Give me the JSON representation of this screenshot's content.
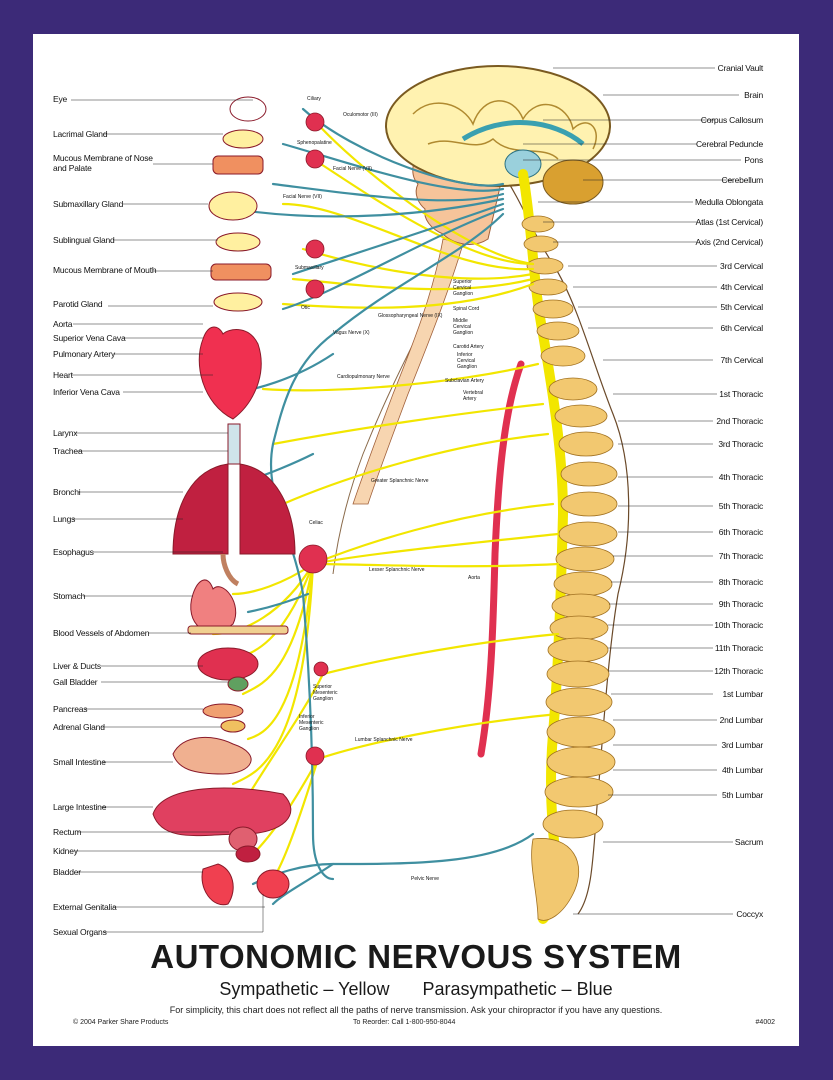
{
  "title": "AUTONOMIC NERVOUS SYSTEM",
  "subtitle": {
    "sympathetic": "Sympathetic – Yellow",
    "parasympathetic": "Parasympathetic – Blue"
  },
  "note": "For simplicity, this chart does not reflect all the paths of nerve transmission. Ask your chiropractor if you have any questions.",
  "copyright": "© 2004 Parker Share Products",
  "reorder": "To Reorder: Call 1-800-950-8044",
  "code": "#4002",
  "colors": {
    "sympathetic": "#f2e600",
    "parasympathetic": "#3f8fa0",
    "frame": "#3c2a78"
  },
  "left_labels": [
    "Eye",
    "Lacrimal Gland",
    "Mucous Membrane of Nose and Palate",
    "Submaxillary Gland",
    "Sublingual Gland",
    "Mucous Membrane of Mouth",
    "Parotid Gland",
    "Aorta",
    "Superior Vena Cava",
    "Pulmonary Artery",
    "Heart",
    "Inferior Vena Cava",
    "Larynx",
    "Trachea",
    "Bronchi",
    "Lungs",
    "Esophagus",
    "Stomach",
    "Blood Vessels of Abdomen",
    "Liver & Ducts",
    "Gall Bladder",
    "Pancreas",
    "Adrenal Gland",
    "Small Intestine",
    "Large Intestine",
    "Rectum",
    "Kidney",
    "Bladder",
    "External Genitalia",
    "Sexual Organs"
  ],
  "right_labels": [
    "Cranial Vault",
    "Brain",
    "Corpus Callosum",
    "Cerebral Peduncle",
    "Pons",
    "Cerebellum",
    "Medulla Oblongata",
    "Atlas (1st Cervical)",
    "Axis (2nd Cervical)",
    "3rd Cervical",
    "4th Cervical",
    "5th Cervical",
    "6th Cervical",
    "7th Cervical",
    "1st Thoracic",
    "2nd Thoracic",
    "3rd Thoracic",
    "4th Thoracic",
    "5th Thoracic",
    "6th Thoracic",
    "7th Thoracic",
    "8th Thoracic",
    "9th Thoracic",
    "10th Thoracic",
    "11th Thoracic",
    "12th Thoracic",
    "1st Lumbar",
    "2nd Lumbar",
    "3rd Lumbar",
    "4th Lumbar",
    "5th Lumbar",
    "Sacrum",
    "Coccyx"
  ],
  "nerve_labels": [
    "Ciliary",
    "Oculomotor (III)",
    "Sphenopalatine",
    "Facial Nerve (VII)",
    "Facial Nerve (VII)",
    "Submaxillary",
    "Otic",
    "Glossopharyngeal Nerve (IX)",
    "Vagus Nerve (X)",
    "Superior Cervical Ganglion",
    "Spinal Cord",
    "Middle Cervical Ganglion",
    "Carotid Artery",
    "Inferior Cervical Ganglion",
    "Subclavian Artery",
    "Vertebral Artery",
    "Cardiopulmonary Nerve",
    "Greater Splanchnic Nerve",
    "Celiac",
    "Lesser Splanchnic Nerve",
    "Aorta",
    "Superior Mesenteric Ganglion",
    "Inferior Mesenteric Ganglion",
    "Lumbar Splanchnic Nerve",
    "Pelvic Nerve"
  ]
}
